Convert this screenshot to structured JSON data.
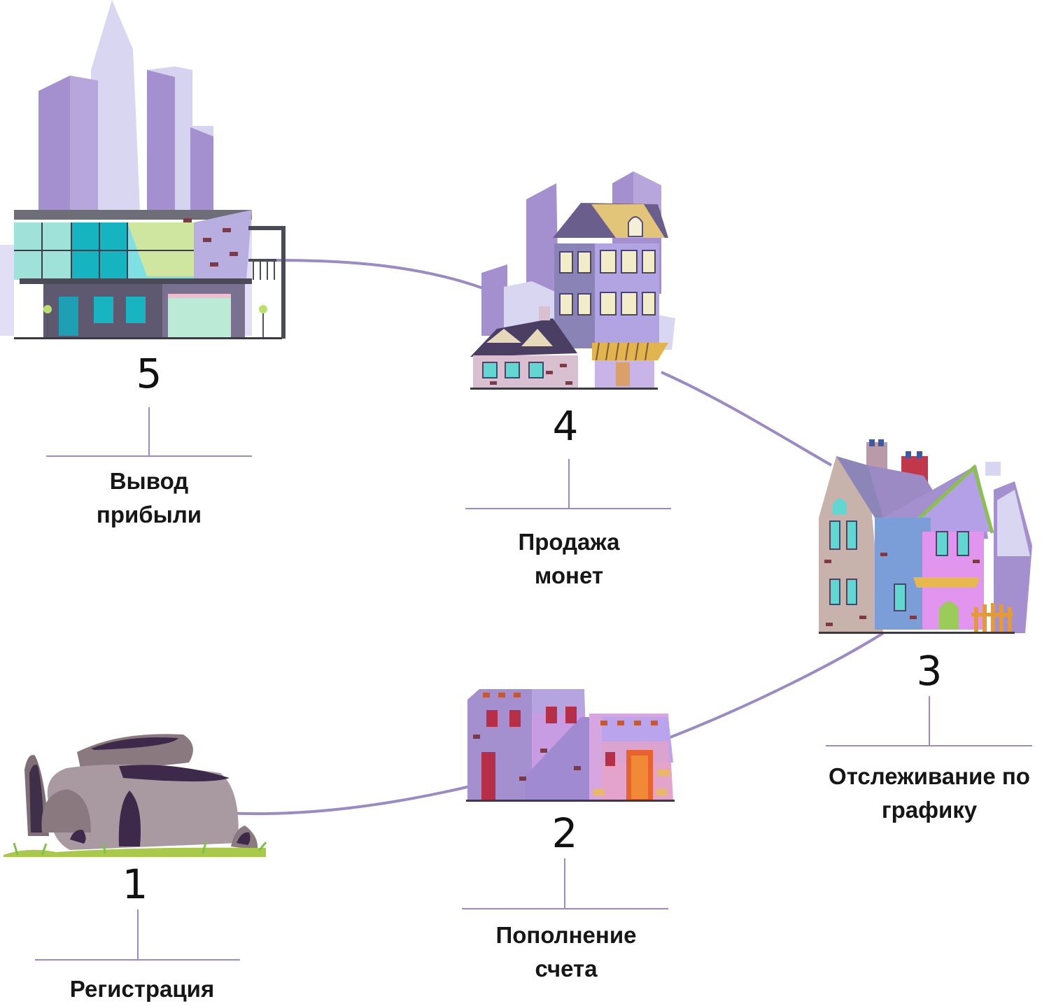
{
  "accent_color": "#9b8ac4",
  "steps": [
    {
      "number": "1",
      "label_lines": [
        "Регистрация"
      ],
      "icon": "cave-rocks-icon"
    },
    {
      "number": "2",
      "label_lines": [
        "Пополнение",
        "счета"
      ],
      "icon": "adobe-house-icon"
    },
    {
      "number": "3",
      "label_lines": [
        "Отслеживание по",
        "графику"
      ],
      "icon": "cottage-houses-icon"
    },
    {
      "number": "4",
      "label_lines": [
        "Продажа",
        "монет"
      ],
      "icon": "townhouse-building-icon"
    },
    {
      "number": "5",
      "label_lines": [
        "Вывод",
        "прибыли"
      ],
      "icon": "modern-glass-building-icon"
    }
  ]
}
